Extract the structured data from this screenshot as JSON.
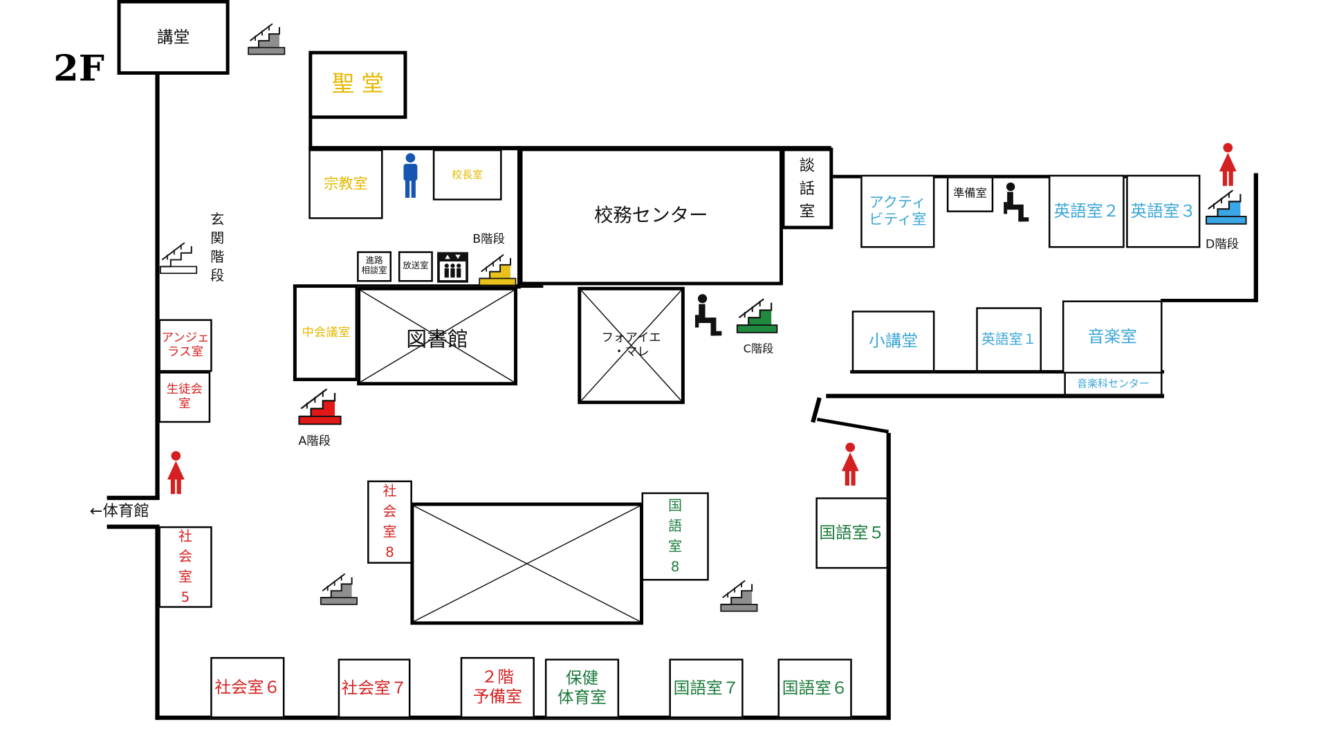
{
  "floor": {
    "label": "2F"
  },
  "colors": {
    "red": "#d42020",
    "yellow": "#e5b800",
    "cyan": "#3aa6d6",
    "green": "#1a7a3a",
    "blue": "#1656b0",
    "gray": "#9a9a9a",
    "black": "#111111"
  },
  "rooms": {
    "koudou": "講堂",
    "seidou": "聖 堂",
    "shuukyou": "宗教室",
    "kouchou": "校長室",
    "shinro": "進路\n相談室",
    "housou": "放送室",
    "koumu": "校務センター",
    "danwa": "談\n話\n室",
    "activity": "アクティ\nビティ室",
    "junbi": "準備室",
    "eigo2": "英語室２",
    "eigo3": "英語室３",
    "chuukaigi": "中会議室",
    "toshokan": "図書館",
    "foyer": "フォアイエ\n・マレ",
    "shoukoudou": "小講堂",
    "eigo1": "英語室１",
    "ongaku": "音楽室",
    "ongakuka": "音楽科センター",
    "angelus": "アンジェ\nラス室",
    "seito": "生徒会\n室",
    "shakai5": "社\n会\n室\n5",
    "shakai8": "社\n会\n室\n8",
    "kokugo8": "国\n語\n室\n8",
    "kokugo5": "国語室５",
    "shakai6": "社会室６",
    "shakai7": "社会室７",
    "yobi": "２階\n予備室",
    "hoken": "保健\n体育室",
    "kokugo7": "国語室７",
    "kokugo6": "国語室６"
  },
  "labels": {
    "genkan": "玄\n関\n階\n段",
    "stairs_a": "A階段",
    "stairs_b": "B階段",
    "stairs_c": "C階段",
    "stairs_d": "D階段",
    "gym": "←体育館"
  },
  "icons": {
    "stairs": "stairs-icon",
    "elevator": "elevator-icon",
    "male_restroom": "male-restroom-icon",
    "female_restroom": "female-restroom-icon",
    "accessible_restroom": "wheelchair-icon"
  }
}
